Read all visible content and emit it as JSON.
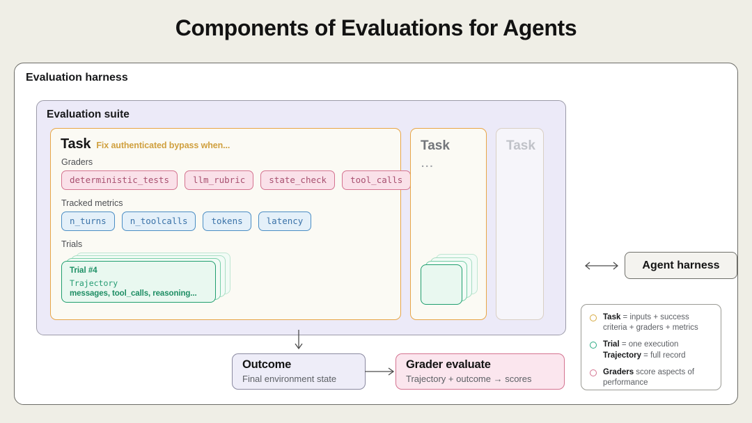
{
  "title": "Components of Evaluations for Agents",
  "harness": {
    "label": "Evaluation harness"
  },
  "suite": {
    "label": "Evaluation suite"
  },
  "task_main": {
    "title": "Task",
    "subtitle": "Fix authenticated bypass when...",
    "graders_label": "Graders",
    "graders": [
      "deterministic_tests",
      "llm_rubric",
      "state_check",
      "tool_calls"
    ],
    "metrics_label": "Tracked metrics",
    "metrics": [
      "n_turns",
      "n_toolcalls",
      "tokens",
      "latency"
    ],
    "trials_label": "Trials",
    "trial": {
      "number": "Trial #4",
      "trajectory": "Trajectory",
      "contents": "messages, tool_calls, reasoning..."
    }
  },
  "task_second": {
    "title": "Task",
    "ellipsis": "..."
  },
  "task_third": {
    "title": "Task"
  },
  "agent": {
    "label": "Agent harness"
  },
  "outcome": {
    "title": "Outcome",
    "subtitle": "Final environment state"
  },
  "grader_eval": {
    "title": "Grader evaluate",
    "subtitle": "Trajectory + outcome → scores"
  },
  "legend": {
    "items": [
      {
        "color": "#d6a93f",
        "strong": "Task",
        "rest": " = inputs + success criteria + graders + metrics"
      },
      {
        "color": "#2aa981",
        "strong": "Trial",
        "rest": " = one execution",
        "strong2": "Trajectory",
        "rest2": " = full record"
      },
      {
        "color": "#d4728f",
        "strong": "Graders",
        "rest": " score aspects of performance"
      }
    ]
  },
  "colors": {
    "page_bg": "#efeee6",
    "task_border": "#e8a545",
    "suite_bg": "#eceaf8",
    "grader_pink": "#d4728f",
    "metric_blue": "#4a8dc4",
    "trial_green": "#1f9e6e"
  }
}
